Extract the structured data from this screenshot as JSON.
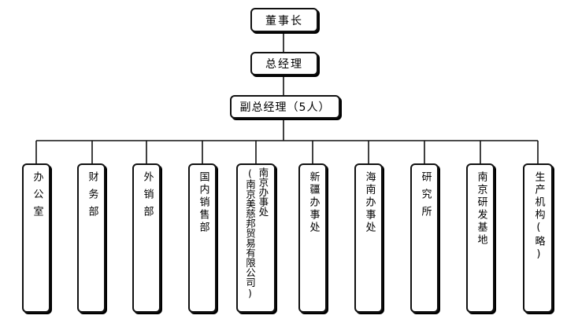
{
  "top": {
    "chairman": "董事长",
    "general_manager": "总经理",
    "vice_general_manager": "副总经理（5人）"
  },
  "departments": [
    {
      "key": "office",
      "label": "办公室"
    },
    {
      "key": "finance",
      "label": "财务部"
    },
    {
      "key": "foreign_sales",
      "label": "外销部"
    },
    {
      "key": "domestic_sales",
      "label": "国内销售部"
    },
    {
      "key": "nanjing_office",
      "col1": "南京办事处",
      "col2": "(南京美慈邦贸易有限公司)"
    },
    {
      "key": "xinjiang_office",
      "label": "新疆办事处"
    },
    {
      "key": "hainan_office",
      "label": "海南办事处"
    },
    {
      "key": "research_institute",
      "label": "研究所"
    },
    {
      "key": "nanjing_rd_base",
      "label": "南京研发基地"
    },
    {
      "key": "production",
      "label": "生产机构(略)"
    }
  ],
  "colors": {
    "line": "#111111",
    "border": "#111111",
    "background": "#ffffff"
  }
}
